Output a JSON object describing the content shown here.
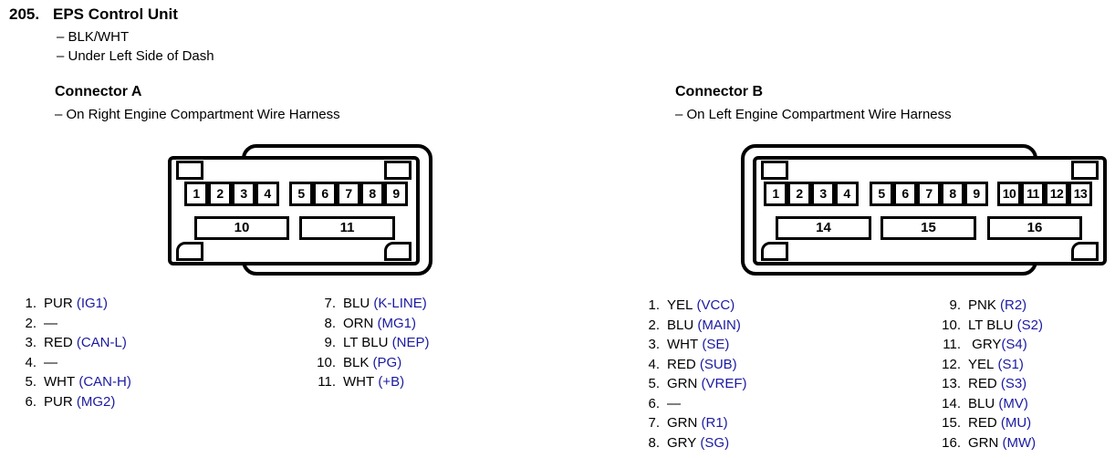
{
  "colors": {
    "terminal_text": "#1a1aa2",
    "body_text": "#000000",
    "background": "#ffffff"
  },
  "header": {
    "item_number": "205.",
    "title": "EPS Control Unit",
    "detail_1": "– BLK/WHT",
    "detail_2": "– Under Left Side of Dash"
  },
  "connector_a": {
    "title": "Connector A",
    "location": "– On Right Engine Compartment Wire Harness",
    "diagram": {
      "top_row_groups": [
        [
          "1",
          "2",
          "3",
          "4"
        ],
        [
          "5",
          "6",
          "7",
          "8",
          "9"
        ]
      ],
      "bottom_row": [
        "10",
        "11"
      ]
    },
    "pins": [
      {
        "num": "1.",
        "color": "PUR",
        "term": " (IG1)"
      },
      {
        "num": "2.",
        "color": "—",
        "term": ""
      },
      {
        "num": "3.",
        "color": "RED",
        "term": " (CAN-L)"
      },
      {
        "num": "4.",
        "color": "—",
        "term": ""
      },
      {
        "num": "5.",
        "color": "WHT",
        "term": " (CAN-H)"
      },
      {
        "num": "6.",
        "color": "PUR",
        "term": " (MG2)"
      },
      {
        "num": "7.",
        "color": "BLU",
        "term": " (K-LINE)"
      },
      {
        "num": "8.",
        "color": "ORN",
        "term": " (MG1)"
      },
      {
        "num": "9.",
        "color": "LT BLU",
        "term": " (NEP)"
      },
      {
        "num": "10.",
        "color": "BLK",
        "term": " (PG)"
      },
      {
        "num": "11.",
        "color": "WHT",
        "term": " (+B)"
      }
    ]
  },
  "connector_b": {
    "title": "Connector B",
    "location": "– On Left Engine Compartment Wire Harness",
    "diagram": {
      "top_row_groups": [
        [
          "1",
          "2",
          "3",
          "4"
        ],
        [
          "5",
          "6",
          "7",
          "8",
          "9"
        ],
        [
          "10",
          "11",
          "12",
          "13"
        ]
      ],
      "bottom_row": [
        "14",
        "15",
        "16"
      ]
    },
    "pins": [
      {
        "num": "1.",
        "color": "YEL",
        "term": " (VCC)"
      },
      {
        "num": "2.",
        "color": "BLU",
        "term": " (MAIN)"
      },
      {
        "num": "3.",
        "color": "WHT",
        "term": " (SE)"
      },
      {
        "num": "4.",
        "color": "RED",
        "term": " (SUB)"
      },
      {
        "num": "5.",
        "color": "GRN",
        "term": " (VREF)"
      },
      {
        "num": "6.",
        "color": "—",
        "term": ""
      },
      {
        "num": "7.",
        "color": "GRN",
        "term": " (R1)"
      },
      {
        "num": "8.",
        "color": "GRY",
        "term": " (SG)"
      },
      {
        "num": "9.",
        "color": "PNK",
        "term": " (R2)"
      },
      {
        "num": "10.",
        "color": "LT BLU",
        "term": " (S2)"
      },
      {
        "num": "11.",
        "color": " GRY",
        "term": "(S4)"
      },
      {
        "num": "12.",
        "color": "YEL",
        "term": " (S1)"
      },
      {
        "num": "13.",
        "color": "RED",
        "term": " (S3)"
      },
      {
        "num": "14.",
        "color": "BLU",
        "term": " (MV)"
      },
      {
        "num": "15.",
        "color": "RED",
        "term": " (MU)"
      },
      {
        "num": "16.",
        "color": "GRN",
        "term": " (MW)"
      }
    ]
  }
}
